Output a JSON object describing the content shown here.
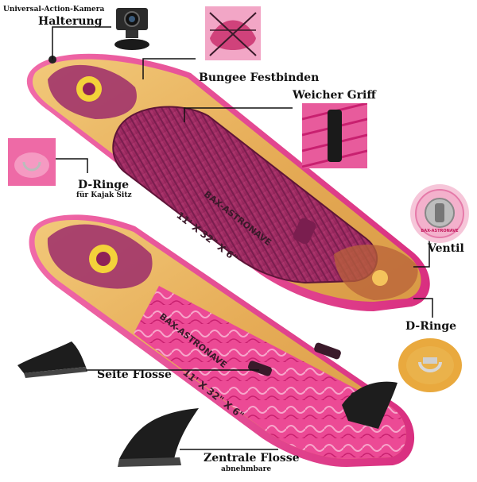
{
  "labels": {
    "camera_top": "Universal-Action-Kamera",
    "camera_bottom": "Halterung",
    "bungee": "Bungee Festbinden",
    "handle": "Weicher Griff",
    "d_rings_left": "D-Ringe",
    "d_rings_left_sub": "für Kajak Sitz",
    "valve": "Ventil",
    "d_rings_right": "D-Ringe",
    "side_fin": "Seite Flosse",
    "center_fin": "Zentrale Flosse",
    "center_fin_sub": "abnehmbare"
  },
  "board": {
    "brand_text": "BAX-ASTRONAVE",
    "size_text": "11' X 32\" X 6\"",
    "size_text_bottom": "11' X 32\" X 6\"",
    "valve_brand": "BAX-ASTRONAVE"
  },
  "colors": {
    "pink": "#e23d8e",
    "deep_pink": "#c2185b",
    "wood": "#e9b766",
    "maroon": "#7a1e4f",
    "fin": "#1d1d1d"
  },
  "icons": [
    "camera-icon",
    "d-ring-icon",
    "handle-icon",
    "valve-icon",
    "fin-icon"
  ]
}
